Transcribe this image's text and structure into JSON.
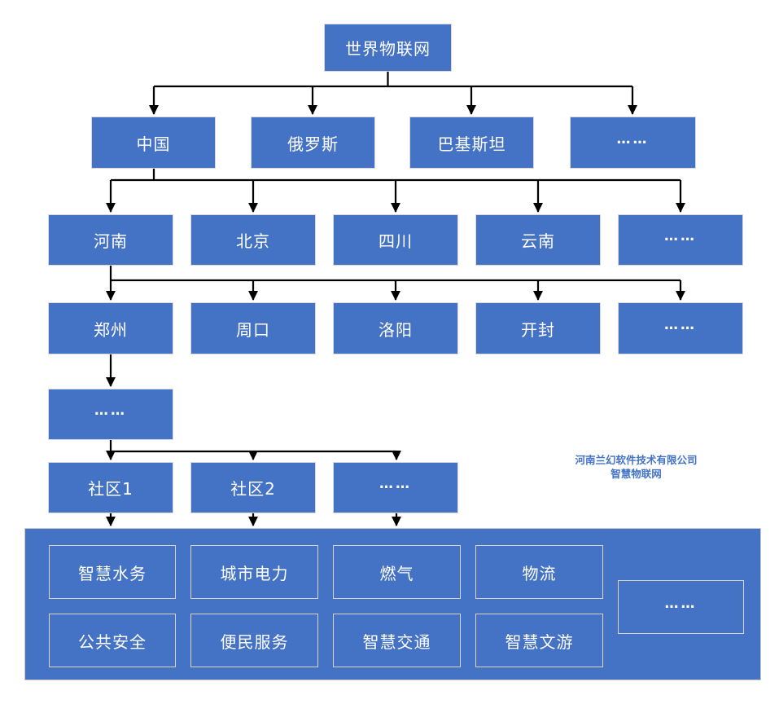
{
  "colors": {
    "node_fill": "#4472C4",
    "node_border": "#D9D9D9",
    "panel_fill": "#4472C4",
    "inner_box_border": "#D9D3CA",
    "node_text": "#FFFFFF",
    "arrow": "#000000",
    "watermark_text": "#4472C4"
  },
  "nodes": {
    "root": "世界物联网",
    "countries": [
      "中国",
      "俄罗斯",
      "巴基斯坦",
      "……"
    ],
    "provinces": [
      "河南",
      "北京",
      "四川",
      "云南",
      "……"
    ],
    "cities": [
      "郑州",
      "周口",
      "洛阳",
      "开封",
      "……"
    ],
    "districts_more": "……",
    "communities": [
      "社区1",
      "社区2",
      "……"
    ]
  },
  "services": {
    "row1": [
      "智慧水务",
      "城市电力",
      "燃气",
      "物流"
    ],
    "row2": [
      "公共安全",
      "便民服务",
      "智慧交通",
      "智慧文游"
    ],
    "more": "……"
  },
  "watermark": {
    "line1": "河南兰幻软件技术有限公司",
    "line2": "智慧物联网"
  }
}
